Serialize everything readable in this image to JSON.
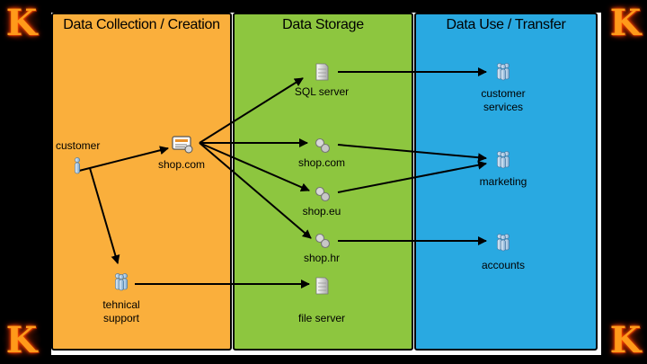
{
  "columns": {
    "collection": "Data Collection / Creation",
    "storage": "Data Storage",
    "use": "Data Use / Transfer"
  },
  "nodes": {
    "customer": "customer",
    "shop_hub": "shop.com",
    "tech_support_line1": "tehnical",
    "tech_support_line2": "support",
    "sql_server": "SQL server",
    "shop_com": "shop.com",
    "shop_eu": "shop.eu",
    "shop_hr": "shop.hr",
    "file_server": "file server",
    "customer_services_line1": "customer",
    "customer_services_line2": "services",
    "marketing": "marketing",
    "accounts": "accounts"
  },
  "corner_logo": "K",
  "icons": {
    "customer": "person-icon",
    "shop_hub": "web-store-icon",
    "tech_support": "people-group-icon",
    "sql_server": "server-icon",
    "shop_com": "database-icon",
    "shop_eu": "database-icon",
    "shop_hr": "database-icon",
    "file_server": "server-icon",
    "customer_services": "people-group-icon",
    "marketing": "people-group-icon",
    "accounts": "people-group-icon"
  }
}
